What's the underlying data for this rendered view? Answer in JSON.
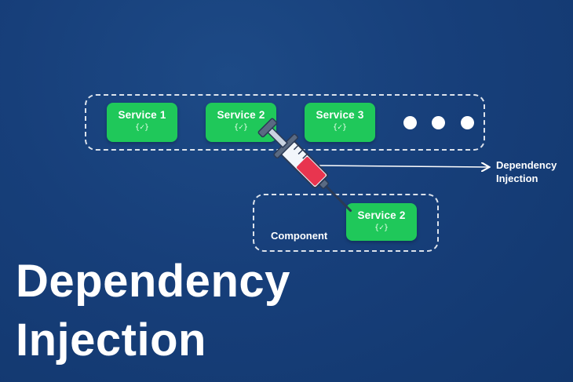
{
  "services_row": {
    "services": [
      {
        "label": "Service 1",
        "icon": "{✓}"
      },
      {
        "label": "Service 2",
        "icon": "{✓}"
      },
      {
        "label": "Service 3",
        "icon": "{✓}"
      }
    ]
  },
  "component": {
    "label": "Component",
    "injected_service": {
      "label": "Service 2",
      "icon": "{✓}"
    }
  },
  "callout": {
    "line1": "Dependency",
    "line2": "Injection"
  },
  "title": {
    "line1": "Dependency",
    "line2": "Injection"
  },
  "icons": [
    "syringe-icon",
    "ellipsis-dots-icon",
    "code-braces-icon"
  ],
  "colors": {
    "background": "#173f7a",
    "service_green": "#1fc85a",
    "syringe_fluid": "#e8354f",
    "syringe_metal": "#5a6a82"
  }
}
